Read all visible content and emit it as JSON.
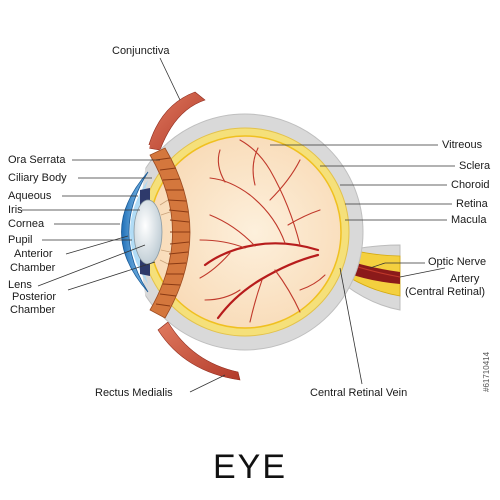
{
  "title": "EYE",
  "labels": {
    "conjunctiva": "Conjunctiva",
    "ora_serrata": "Ora Serrata",
    "ciliary_body": "Ciliary Body",
    "aqueous": "Aqueous",
    "iris": "Iris",
    "cornea": "Cornea",
    "pupil": "Pupil",
    "anterior_chamber_1": "Anterior",
    "anterior_chamber_2": "Chamber",
    "lens": "Lens",
    "posterior_chamber_1": "Posterior",
    "posterior_chamber_2": "Chamber",
    "rectus_medialis": "Rectus Medialis",
    "vitreous": "Vitreous",
    "sclera": "Sclera",
    "choroid": "Choroid",
    "retina": "Retina",
    "macula": "Macula",
    "optic_nerve": "Optic Nerve",
    "artery_1": "Artery",
    "artery_2": "(Central Retinal)",
    "central_retinal_vein": "Central Retinal Vein"
  },
  "watermark": "#61710414",
  "colors": {
    "sclera": "#d9d9d9",
    "choroid": "#f5e07a",
    "retina_line": "#f0c020",
    "vitreous": "#fbe3c4",
    "muscle": "#c8553d",
    "cornea": "#3b8fd6",
    "lens": "#e6eef2",
    "ciliary": "#d4773d",
    "vessel": "#c0392b",
    "nerve": "#f4d03f"
  }
}
